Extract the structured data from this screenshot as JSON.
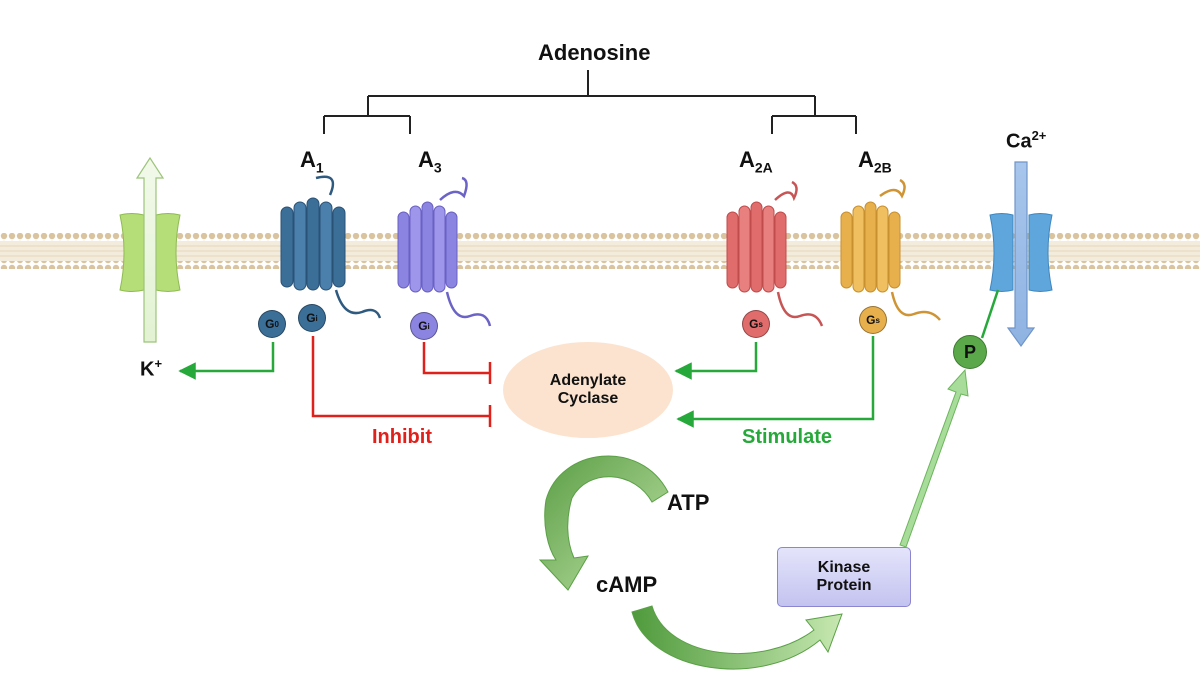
{
  "ligand": "Adenosine",
  "receptors": {
    "a1": {
      "main": "A",
      "sub": "1"
    },
    "a3": {
      "main": "A",
      "sub": "3"
    },
    "a2a": {
      "main": "A",
      "sub": "2A"
    },
    "a2b": {
      "main": "A",
      "sub": "2B"
    }
  },
  "g_proteins": {
    "g0": {
      "main": "G",
      "sub": "0"
    },
    "gi_a1": {
      "main": "G",
      "sub": "i"
    },
    "gi_a3": {
      "main": "G",
      "sub": "i"
    },
    "gs_a2a": {
      "main": "G",
      "sub": "s"
    },
    "gs_a2b": {
      "main": "G",
      "sub": "s"
    }
  },
  "ions": {
    "potassium": {
      "main": "K",
      "sup": "+"
    },
    "calcium": {
      "main": "Ca",
      "sup": "2+"
    }
  },
  "enzyme": {
    "line1": "Adenylate",
    "line2": "Cyclase"
  },
  "labels": {
    "inhibit": "Inhibit",
    "stimulate": "Stimulate"
  },
  "metabolites": {
    "atp": "ATP",
    "camp": "cAMP"
  },
  "kinase": {
    "line1": "Kinase",
    "line2": "Protein"
  },
  "phosphate": "P",
  "colors": {
    "a1": "#3c6f98",
    "a3": "#8b84e0",
    "a2a": "#e06c6c",
    "a2b": "#e8b04d",
    "inhibit": "#e0201b",
    "stimulate": "#27a83a",
    "k_channel": "#b5dd78",
    "ca_channel": "#5ea6dc",
    "enzyme_fill": "#fbe3cf"
  }
}
